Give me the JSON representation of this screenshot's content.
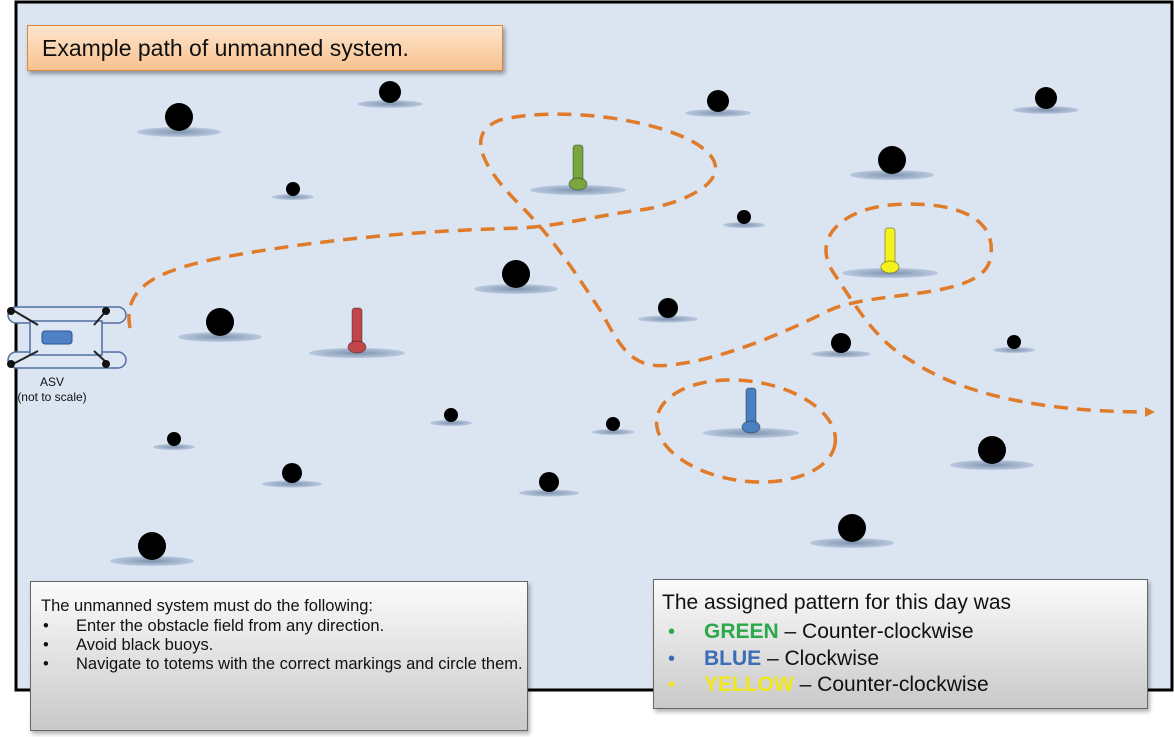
{
  "title": "Example path of unmanned system.",
  "asv": {
    "label_line1": "ASV",
    "label_line2": "(not to scale)"
  },
  "colors": {
    "field_bg": "#dbe4f1",
    "path": "#e07b2a",
    "buoy": "#000000",
    "green": "#2aa84a",
    "blue": "#3a6db5",
    "yellow": "#f1e719",
    "totem_green": "#7aa63f",
    "totem_red": "#c0464a",
    "totem_blue": "#4a7fc1",
    "totem_yellow": "#f4f21a"
  },
  "totems": [
    {
      "color_name": "green",
      "icon": "green-totem-icon"
    },
    {
      "color_name": "red",
      "icon": "red-totem-icon"
    },
    {
      "color_name": "yellow",
      "icon": "yellow-totem-icon"
    },
    {
      "color_name": "blue",
      "icon": "blue-totem-icon"
    }
  ],
  "rules": {
    "lead": "The unmanned system must do the following:",
    "bullet": "•",
    "items": [
      "Enter the obstacle field from any direction.",
      "Avoid black buoys.",
      "Navigate to totems with the correct markings and circle them."
    ]
  },
  "pattern": {
    "lead": "The assigned pattern for this day was",
    "bullet": "•",
    "items": [
      {
        "keyword": "GREEN",
        "text": " – Counter-clockwise"
      },
      {
        "keyword": "BLUE",
        "text": " – Clockwise"
      },
      {
        "keyword": "YELLOW",
        "text": " – Counter-clockwise"
      }
    ]
  }
}
